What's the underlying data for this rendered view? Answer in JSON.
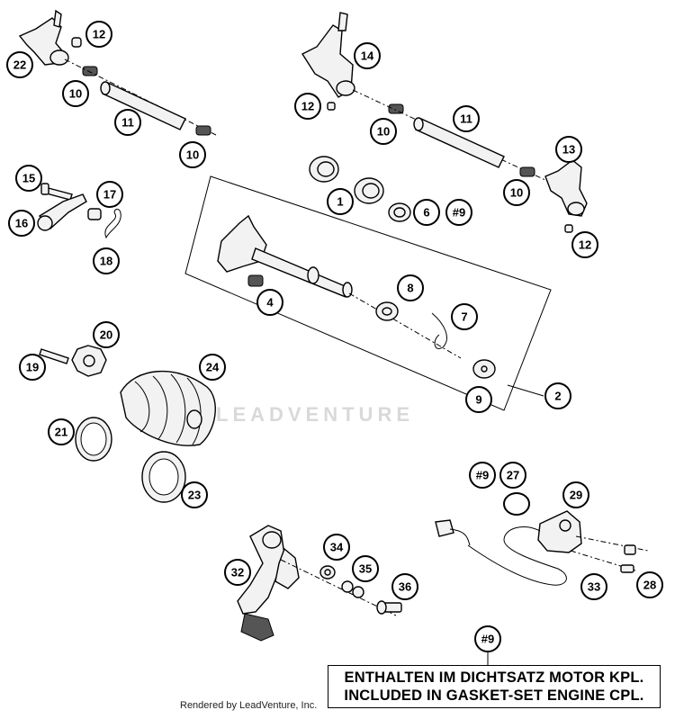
{
  "callouts": {
    "c12a": "12",
    "c22": "22",
    "c10a": "10",
    "c11a": "11",
    "c10b": "10",
    "c14": "14",
    "c12b": "12",
    "c10c": "10",
    "c11b": "11",
    "c13": "13",
    "c10d": "10",
    "c12c": "12",
    "c15": "15",
    "c17": "17",
    "c16": "16",
    "c18": "18",
    "c1": "1",
    "c6": "6",
    "c9a": "#9",
    "c8": "8",
    "c4": "4",
    "c7": "7",
    "c2": "2",
    "c9b": "9",
    "c20": "20",
    "c19": "19",
    "c24": "24",
    "c21": "21",
    "c23": "23",
    "c9c": "#9",
    "c27": "27",
    "c29": "29",
    "c33": "33",
    "c28": "28",
    "c34": "34",
    "c35": "35",
    "c32": "32",
    "c36": "36",
    "c9d": "#9"
  },
  "note": {
    "line_1": "ENTHALTEN IM DICHTSATZ MOTOR KPL.",
    "line_2": "INCLUDED IN GASKET-SET ENGINE CPL."
  },
  "footer": "Rendered by LeadVenture, Inc.",
  "watermark": "LEADVENTURE"
}
